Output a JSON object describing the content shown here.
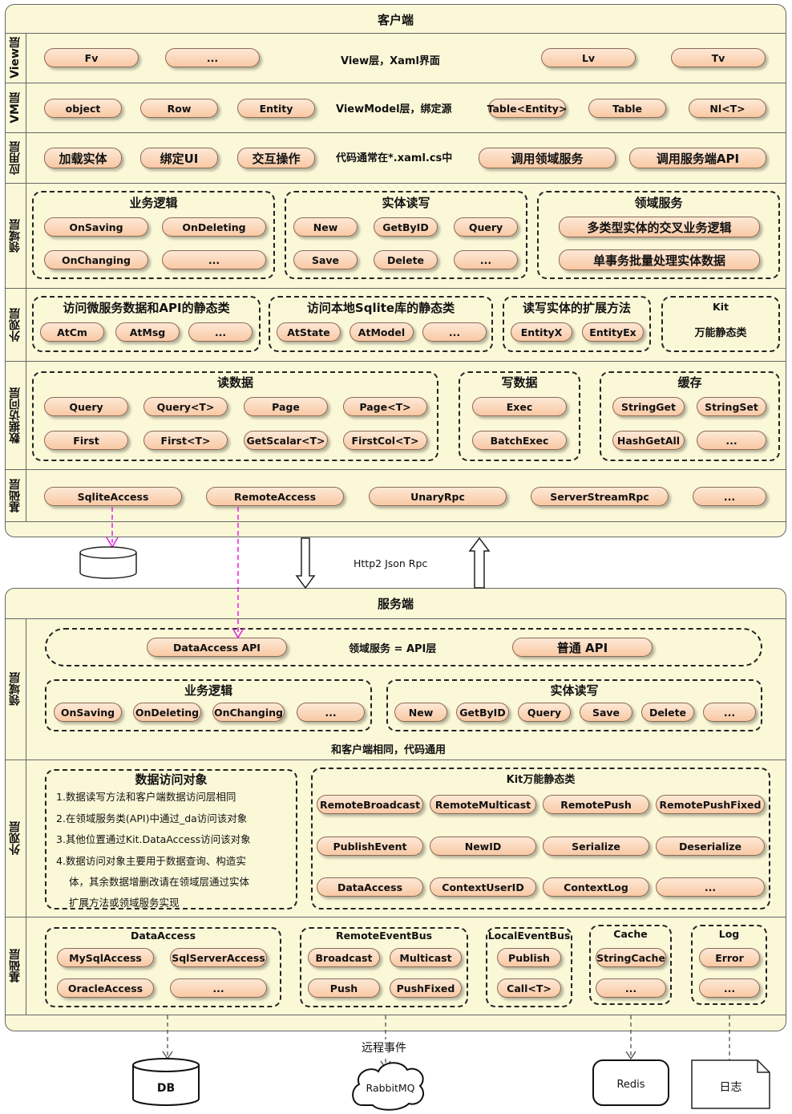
{
  "client": {
    "title": "客户端",
    "view": {
      "label": "View层",
      "items": [
        "Fv",
        "...",
        "Lv",
        "Tv"
      ],
      "text": "View层，Xaml界面"
    },
    "vm": {
      "label": "VM层",
      "items": [
        "object",
        "Row",
        "Entity",
        "Table<Entity>",
        "Table",
        "Nl<T>"
      ],
      "text": "ViewModel层，绑定源"
    },
    "app": {
      "label": "应用层",
      "items": [
        "加载实体",
        "绑定UI",
        "交互操作",
        "调用领域服务",
        "调用服务端API"
      ],
      "text": "代码通常在*.xaml.cs中"
    },
    "domain": {
      "label": "领域层",
      "business": {
        "title": "业务逻辑",
        "items": [
          "OnSaving",
          "OnDeleting",
          "OnChanging",
          "..."
        ]
      },
      "entity": {
        "title": "实体读写",
        "items": [
          "New",
          "GetByID",
          "Query",
          "Save",
          "Delete",
          "..."
        ]
      },
      "service": {
        "title": "领域服务",
        "items": [
          "多类型实体的交叉业务逻辑",
          "单事务批量处理实体数据"
        ]
      }
    },
    "facade": {
      "label": "外观层",
      "micro": {
        "title": "访问微服务数据和API的静态类",
        "items": [
          "AtCm",
          "AtMsg",
          "..."
        ]
      },
      "sqlite": {
        "title": "访问本地Sqlite库的静态类",
        "items": [
          "AtState",
          "AtModel",
          "..."
        ]
      },
      "ext": {
        "title": "读写实体的扩展方法",
        "items": [
          "EntityX",
          "EntityEx"
        ]
      },
      "kit": {
        "title": "Kit",
        "subtitle": "万能静态类"
      }
    },
    "dataaccess": {
      "label": "数据访问层",
      "read": {
        "title": "读数据",
        "items": [
          "Query",
          "Query<T>",
          "Page",
          "Page<T>",
          "First",
          "First<T>",
          "GetScalar<T>",
          "FirstCol<T>"
        ]
      },
      "write": {
        "title": "写数据",
        "items": [
          "Exec",
          "BatchExec"
        ]
      },
      "cache": {
        "title": "缓存",
        "items": [
          "StringGet",
          "StringSet",
          "HashGetAll",
          "..."
        ]
      }
    },
    "base": {
      "label": "基础层",
      "items": [
        "SqliteAccess",
        "RemoteAccess",
        "UnaryRpc",
        "ServerStreamRpc",
        "..."
      ]
    }
  },
  "middle": {
    "sqlite": "sqlite",
    "protocol": "Http2 Json Rpc"
  },
  "server": {
    "title": "服务端",
    "domain": {
      "label": "领域层",
      "api_items": [
        "DataAccess API",
        "普通 API"
      ],
      "api_text": "领域服务 = API层",
      "business": {
        "title": "业务逻辑",
        "items": [
          "OnSaving",
          "OnDeleting",
          "OnChanging",
          "..."
        ]
      },
      "entity": {
        "title": "实体读写",
        "items": [
          "New",
          "GetByID",
          "Query",
          "Save",
          "Delete",
          "..."
        ]
      },
      "note": "和客户端相同，代码通用"
    },
    "facade": {
      "label": "外观层",
      "dao": {
        "title": "数据访问对象",
        "lines": [
          "1.数据读写方法和客户端数据访问层相同",
          "2.在领域服务类(API)中通过_da访问该对象",
          "3.其他位置通过Kit.DataAccess访问该对象",
          "4.数据访问对象主要用于数据查询、构造实",
          "体，其余数据增删改请在领域层通过实体",
          "扩展方法或领域服务实现"
        ]
      },
      "kit": {
        "title": "Kit万能静态类",
        "items": [
          "RemoteBroadcast",
          "RemoteMulticast",
          "RemotePush",
          "RemotePushFixed",
          "PublishEvent",
          "NewID",
          "Serialize",
          "Deserialize",
          "DataAccess",
          "ContextUserID",
          "ContextLog",
          "..."
        ]
      }
    },
    "base": {
      "label": "基础层",
      "dataaccess": {
        "title": "DataAccess",
        "items": [
          "MySqlAccess",
          "SqlServerAccess",
          "OracleAccess",
          "..."
        ]
      },
      "remote": {
        "title": "RemoteEventBus",
        "items": [
          "Broadcast",
          "Multicast",
          "Push",
          "PushFixed"
        ]
      },
      "local": {
        "title": "LocalEventBus",
        "items": [
          "Publish",
          "Call<T>"
        ]
      },
      "cache": {
        "title": "Cache",
        "items": [
          "StringCache",
          "..."
        ]
      },
      "log": {
        "title": "Log",
        "items": [
          "Error",
          "..."
        ]
      }
    }
  },
  "external": {
    "db": "DB",
    "rabbit": "RabbitMQ",
    "remote_event": "远程事件",
    "redis": "Redis",
    "log": "日志"
  }
}
